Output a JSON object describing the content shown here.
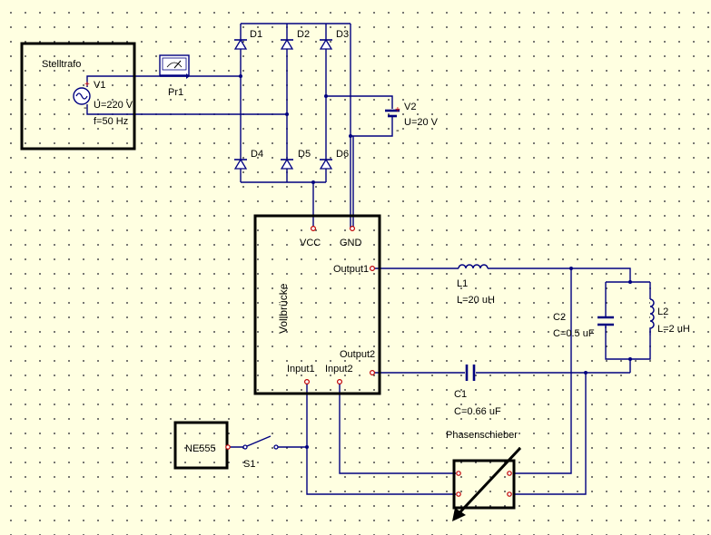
{
  "labels": {
    "stelltrafo": "Stelltrafo",
    "v1": "V1",
    "v1_u": "U=220 V",
    "v1_f": "f=50 Hz",
    "pr1": "Pr1",
    "d1": "D1",
    "d2": "D2",
    "d3": "D3",
    "d4": "D4",
    "d5": "D5",
    "d6": "D6",
    "v2": "V2",
    "v2_u": "U=20 V",
    "vcc": "VCC",
    "gnd": "GND",
    "vollbruecke": "Vollbrücke",
    "output1": "Output1",
    "output2": "Output2",
    "input1": "Input1",
    "input2": "Input2",
    "l1": "L1",
    "l1_val": "L=20 uH",
    "l2": "L2",
    "l2_val": "L=2 uH",
    "c1": "C1",
    "c1_val": "C=0.66 uF",
    "c2": "C2",
    "c2_val": "C=0.5 uF",
    "ne555": "NE555",
    "s1": "S1",
    "phasenschieber": "Phasenschieber",
    "plus": "+",
    "minus": "-"
  },
  "colors": {
    "wire": "#000080",
    "pin": "#c00000",
    "background": "#ffffe1"
  }
}
